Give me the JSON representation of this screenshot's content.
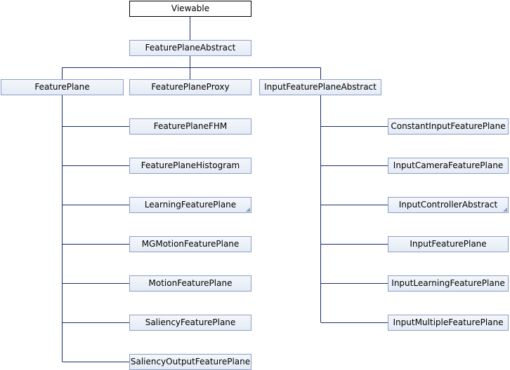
{
  "diagram": {
    "title": "Viewable",
    "level1": "FeaturePlaneAbstract",
    "level2": [
      "FeaturePlane",
      "FeaturePlaneProxy",
      "InputFeaturePlaneAbstract"
    ],
    "feature_plane_children": [
      "FeaturePlaneFHM",
      "FeaturePlaneHistogram",
      "LearningFeaturePlane",
      "MGMotionFeaturePlane",
      "MotionFeaturePlane",
      "SaliencyFeaturePlane",
      "SaliencyOutputFeaturePlane"
    ],
    "input_children": [
      "ConstantInputFeaturePlane",
      "InputCameraFeaturePlane",
      "InputControllerAbstract",
      "InputFeaturePlane",
      "InputLearningFeaturePlane",
      "InputMultipleFeaturePlane"
    ]
  }
}
